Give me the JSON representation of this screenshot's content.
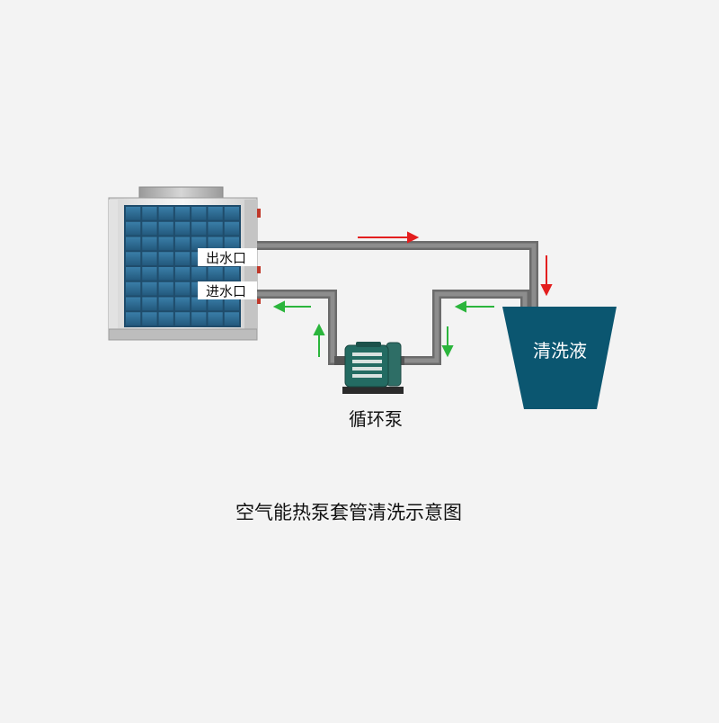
{
  "labels": {
    "outlet": "出水口",
    "inlet": "进水口",
    "tank": "清洗液",
    "pump": "循环泵",
    "caption": "空气能热泵套管清洗示意图"
  },
  "colors": {
    "background": "#f3f3f3",
    "pipe": "#666666",
    "tank_fill": "#0b5670",
    "hot_flow_arrow": "#e31e1e",
    "return_flow_arrow": "#2bb53c",
    "panel_blue": "#2b6d97",
    "pump_body": "#1f6f66"
  },
  "icons": {
    "heat_pump": "air-source-heat-pump-unit",
    "pump": "circulation-pump",
    "tank": "cleaning-fluid-tank"
  }
}
